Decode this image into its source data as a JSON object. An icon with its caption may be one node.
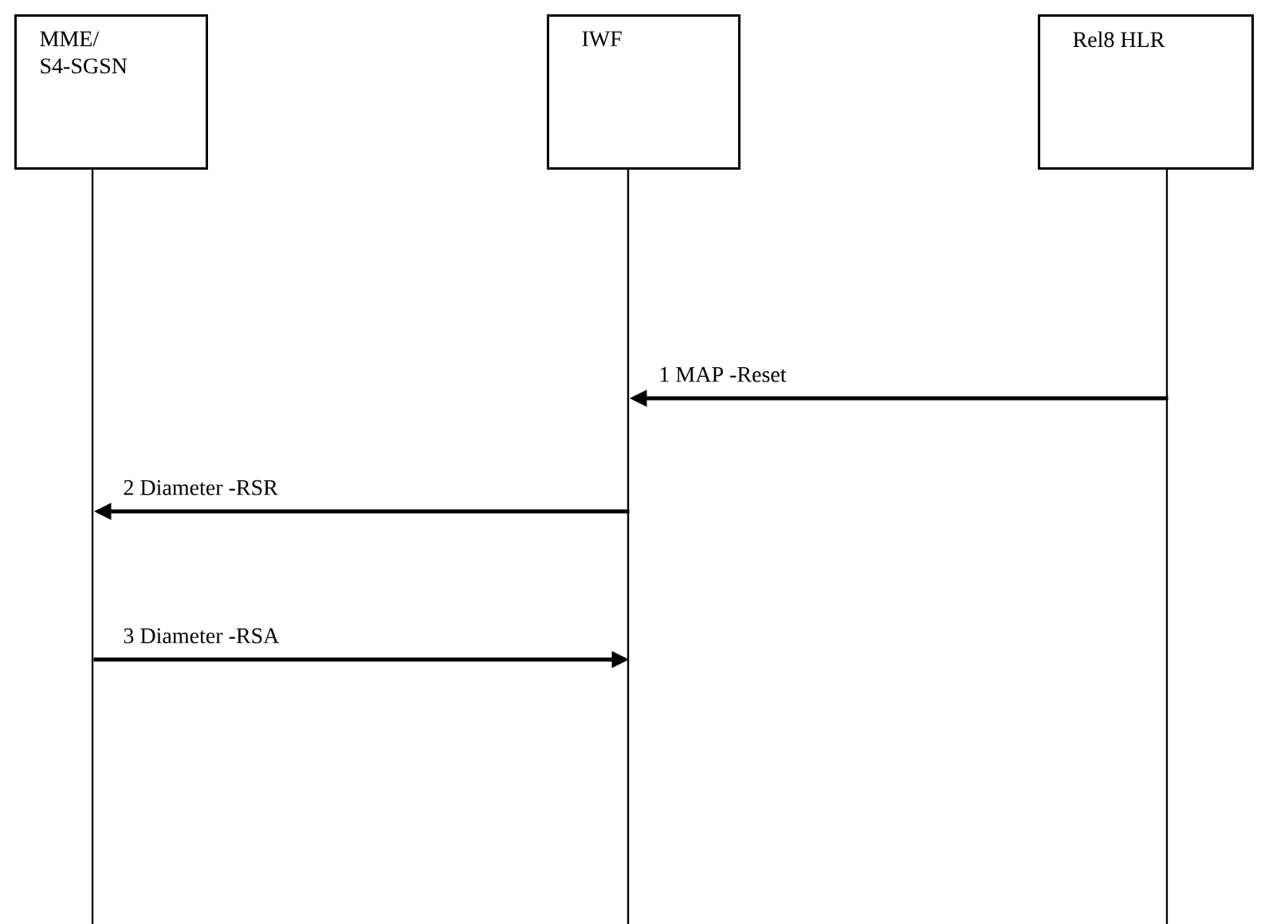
{
  "diagram": {
    "nodes": [
      {
        "text": [
          "MME/ S4-SGSN"
        ]
      },
      {
        "text": [
          "IWF"
        ]
      },
      {
        "text": [
          "Rel8 HLR"
        ]
      }
    ],
    "edges": [
      {
        "from": 2,
        "to": 1,
        "arrow": "to",
        "label": "1 MAP -Reset"
      },
      {
        "from": 1,
        "to": 0,
        "arrow": "to",
        "label": "2 Diameter -RSR"
      },
      {
        "from": 0,
        "to": 1,
        "arrow": "to",
        "label": "3 Diameter -RSA"
      }
    ]
  }
}
